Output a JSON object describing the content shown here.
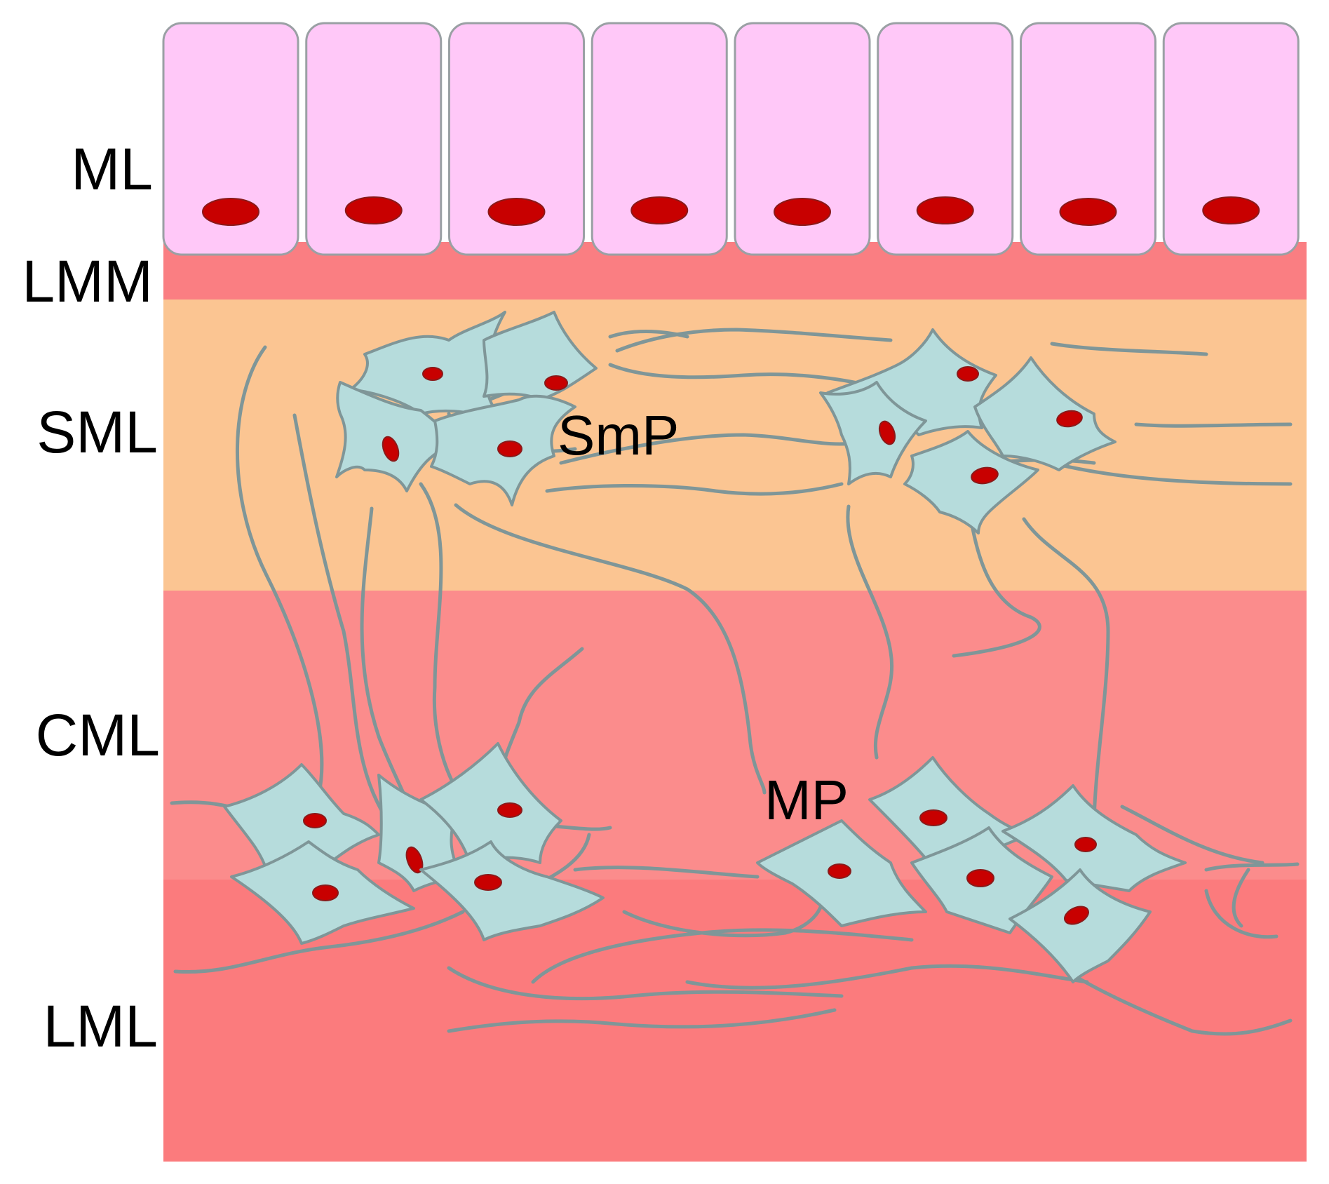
{
  "layers": [
    {
      "id": "ml",
      "label": "ML",
      "color": "#ffc8f8"
    },
    {
      "id": "lmm",
      "label": "LMM",
      "color": "#fa7e82"
    },
    {
      "id": "sml",
      "label": "SML",
      "color": "#fbc592"
    },
    {
      "id": "cml",
      "label": "CML",
      "color": "#fb8c8c"
    },
    {
      "id": "lml",
      "label": "LML",
      "color": "#fb7b7d"
    }
  ],
  "annotations": {
    "submucosal_plexus": "SmP",
    "myenteric_plexus": "MP"
  },
  "colors": {
    "epithelial_cell": "#ffc8f8",
    "nucleus": "#c80000",
    "glial_cell": "#b6dcdc",
    "fiber": "#7f9698"
  }
}
